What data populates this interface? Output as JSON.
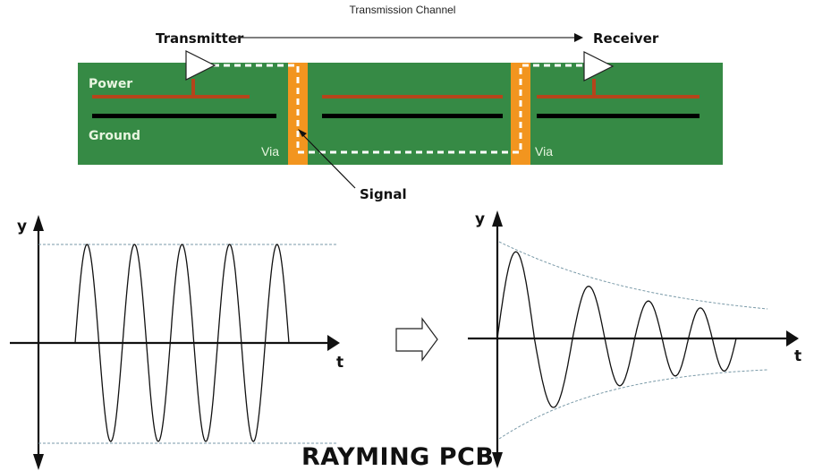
{
  "title": "Transmission Channel",
  "transmitter_label": "Transmitter",
  "receiver_label": "Receiver",
  "pcb": {
    "power_label": "Power",
    "ground_label": "Ground",
    "via_left_label": "Via",
    "via_right_label": "Via",
    "signal_label": "Signal"
  },
  "colors": {
    "board": "#368a45",
    "power_trace": "#b5451b",
    "ground_trace": "#000000",
    "via": "#f2951f",
    "signal_path": "#ffffff",
    "envelope": "#7a9aa8"
  },
  "left_plot": {
    "y_label": "y",
    "t_label": "t",
    "description": "constant-amplitude sine wave",
    "cycles": 4.5,
    "amplitude": 1.0
  },
  "right_plot": {
    "y_label": "y",
    "t_label": "t",
    "description": "damped (attenuated) sine wave",
    "peaks": [
      0.88,
      0.53,
      0.38,
      0.31
    ],
    "troughs": [
      -0.7,
      -0.48,
      -0.38,
      -0.33
    ]
  },
  "watermark": "RAYMING PCB"
}
